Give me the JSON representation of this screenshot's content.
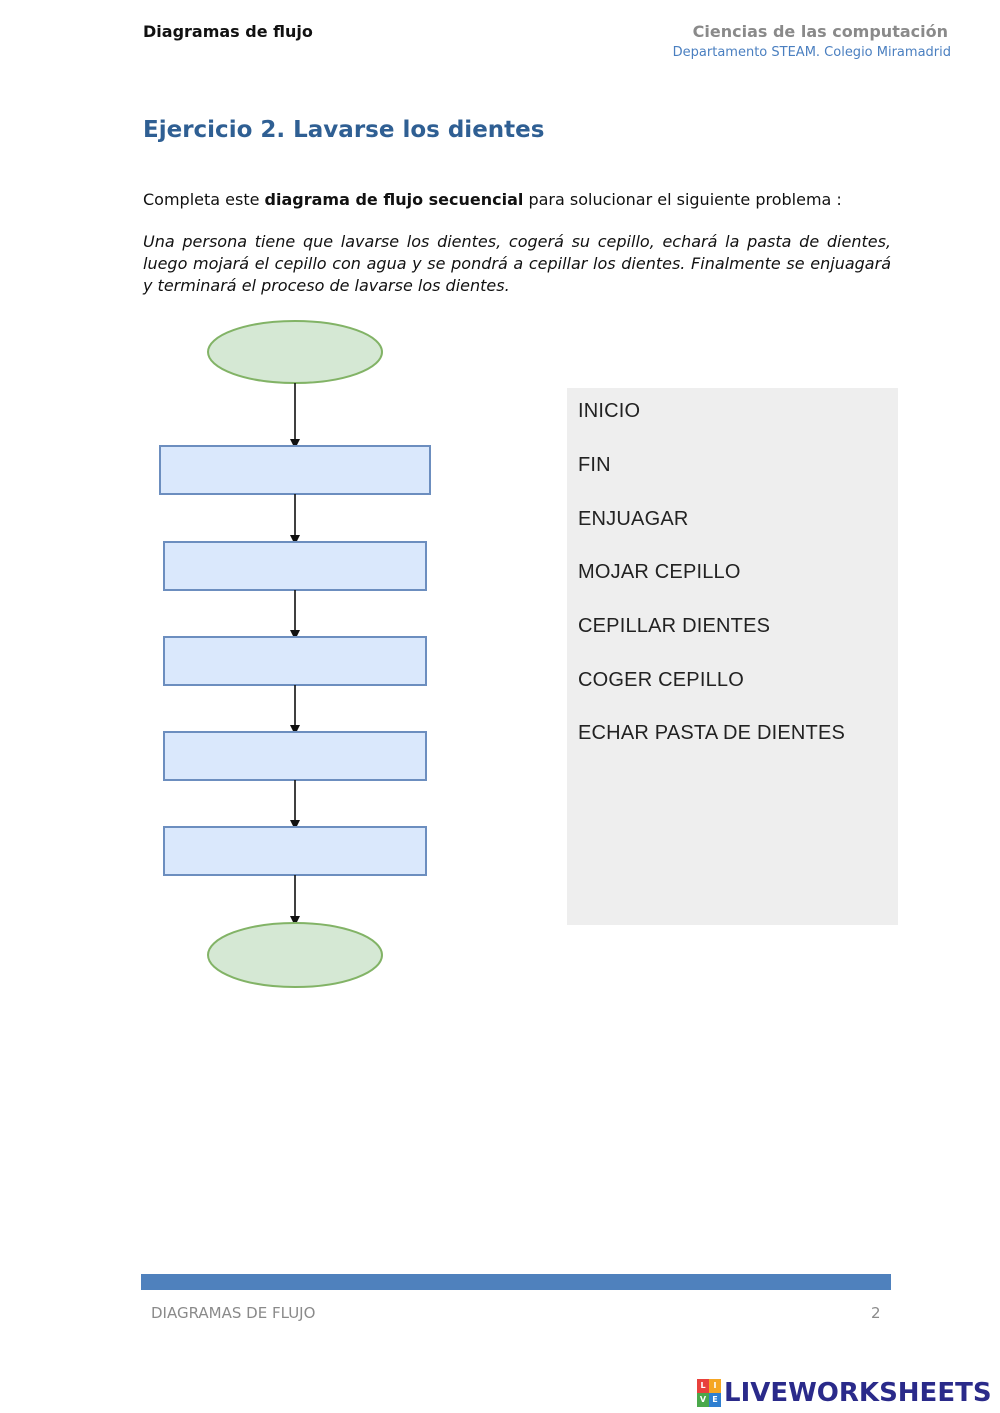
{
  "header": {
    "left": "Diagramas de flujo",
    "right_title": "Ciencias de las computación",
    "right_subtitle": "Departamento STEAM. Colegio Miramadrid"
  },
  "title": "Ejercicio 2. Lavarse los dientes",
  "intro": {
    "before": "Completa este ",
    "bold": "diagrama de flujo secuencial",
    "after": " para solucionar el siguiente problema :"
  },
  "problem": "Una persona tiene que lavarse los dientes, cogerá su cepillo, echará la pasta de dientes, luego mojará el cepillo con agua y se pondrá  a cepillar los dientes. Finalmente se enjuagará y terminará el proceso de lavarse los dientes.",
  "flowchart": {
    "terminal_fill": "#d5e8d4",
    "terminal_stroke": "#82b366",
    "process_fill": "#dae8fc",
    "process_stroke": "#6c8ebf",
    "process_count": 5
  },
  "options": [
    "INICIO",
    "FIN",
    "ENJUAGAR",
    "MOJAR CEPILLO",
    "CEPILLAR DIENTES",
    "COGER CEPILLO",
    "ECHAR PASTA DE DIENTES"
  ],
  "footer": {
    "left": "DIAGRAMAS DE FLUJO",
    "page": "2",
    "bar_color": "#4f81bd"
  },
  "brand": {
    "text": "LIVEWORKSHEETS",
    "logo_letters": [
      "L",
      "I",
      "V",
      "E"
    ]
  }
}
